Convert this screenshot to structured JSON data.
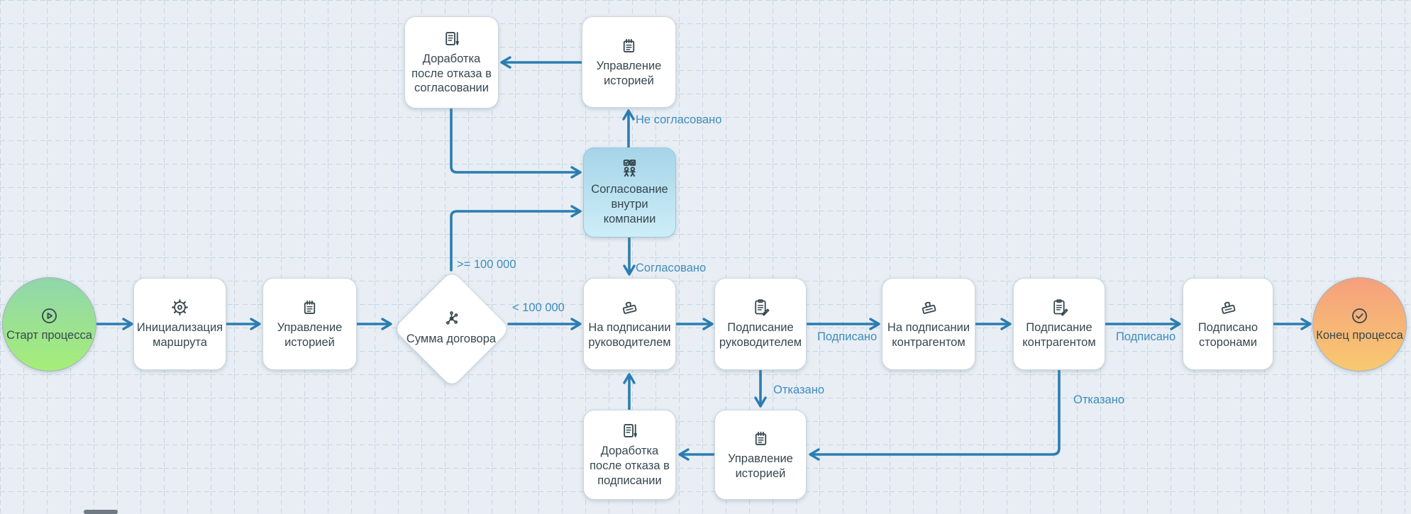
{
  "canvas": {
    "background": "#e8eef4",
    "grid_color": "#c7d6e2",
    "connector_color": "#2b7db1",
    "edge_label_color": "#3f8bbd",
    "node_text_color": "#37474f",
    "start_gradient": [
      "#90d6ac",
      "#a6ee78"
    ],
    "end_gradient": [
      "#f5a07d",
      "#f8c970"
    ],
    "active_node_gradient": [
      "#a6d4e8",
      "#cdeef8"
    ]
  },
  "nodes": {
    "start": {
      "label": "Старт процесса",
      "icon": "play-circle"
    },
    "init_route": {
      "label": "Инициализация маршрута",
      "icon": "gear"
    },
    "history_main": {
      "label": "Управление историей",
      "icon": "notepad"
    },
    "gateway_amount": {
      "label": "Сумма договора",
      "icon": "branch"
    },
    "approval_internal": {
      "label": "Согласование внутри компании",
      "icon": "people-vote"
    },
    "rework_approval": {
      "label": "Доработка после отказа в согласовании",
      "icon": "doc-pen"
    },
    "history_top": {
      "label": "Управление историей",
      "icon": "notepad"
    },
    "on_sign_head": {
      "label": "На подписании руководителем",
      "icon": "stamp"
    },
    "sign_head": {
      "label": "Подписание руководителем",
      "icon": "clipboard-pen"
    },
    "on_sign_contractor": {
      "label": "На подписании контрагентом",
      "icon": "stamp"
    },
    "sign_contractor": {
      "label": "Подписание контрагентом",
      "icon": "clipboard-pen"
    },
    "signed_parties": {
      "label": "Подписано сторонами",
      "icon": "stamp"
    },
    "end": {
      "label": "Конец процесса",
      "icon": "check-circle"
    },
    "rework_sign": {
      "label": "Доработка после отказа в подписании",
      "icon": "doc-pen"
    },
    "history_bottom": {
      "label": "Управление историей",
      "icon": "notepad"
    }
  },
  "edge_labels": {
    "ge_100000": ">= 100 000",
    "lt_100000": "< 100 000",
    "not_approved": "Не согласовано",
    "approved": "Согласовано",
    "signed_1": "Подписано",
    "signed_2": "Подписано",
    "rejected_1": "Отказано",
    "rejected_2": "Отказано"
  }
}
